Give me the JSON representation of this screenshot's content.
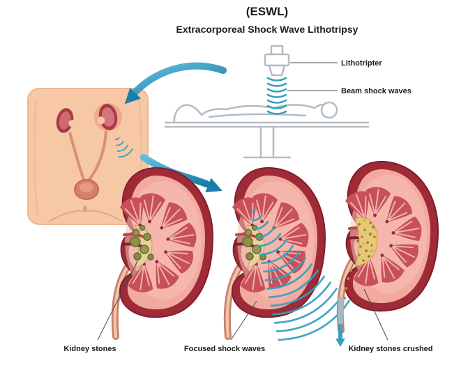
{
  "title": "(ESWL)",
  "subtitle": "Extracorporeal Shock Wave Lithotripsy",
  "machine_callouts": {
    "lithotripter": "Lithotripter",
    "beam_shock_waves": "Beam shock waves"
  },
  "stage_labels": {
    "stones": "Kidney stones",
    "focused": "Focused shock waves",
    "crushed": "Kidney stones crushed"
  },
  "colors": {
    "shockwave_teal": "#35a0bf",
    "arrow_blue_dark": "#1a7ea8",
    "arrow_blue_light": "#63bedd",
    "kidney_rim": "#9e2b36",
    "kidney_cortex": "#f2a99f",
    "pyramid_red": "#c8505a",
    "pelvis_yellow": "#ecd0a0",
    "stone_olive": "#8a9148",
    "crushed_sand": "#e6c878",
    "skin": "#f7c8a6",
    "outline_grey": "#b5bbc1",
    "label_text": "#1c1c1c"
  }
}
